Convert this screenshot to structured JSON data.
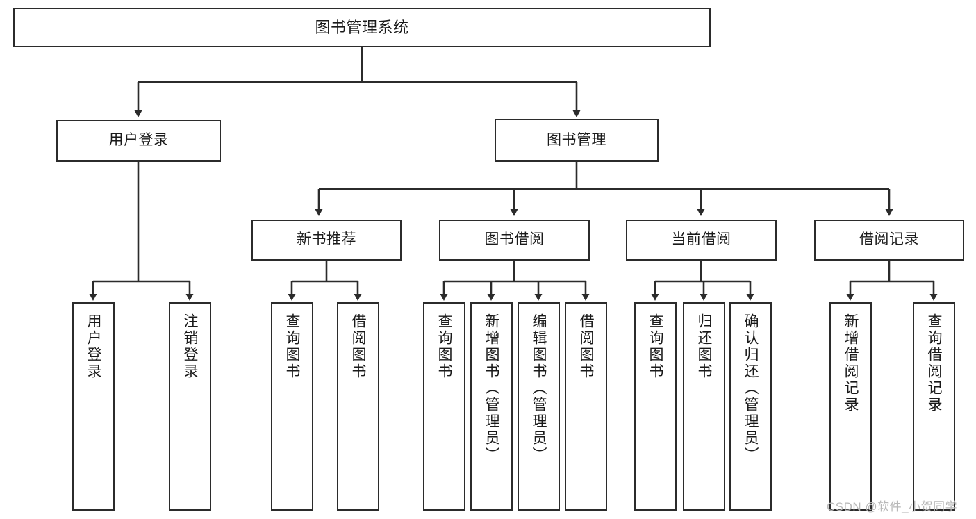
{
  "diagram": {
    "type": "tree",
    "title": "图书管理系统",
    "orientation": "top-down",
    "colors": {
      "box_border": "#2b2b2b",
      "box_fill": "#ffffff",
      "line": "#2b2b2b",
      "text": "#1a1a1a",
      "watermark": "#b8b8b8",
      "background": "#ffffff"
    },
    "levels": {
      "root": "图书管理系统",
      "level1": [
        "用户登录",
        "图书管理"
      ],
      "level2": [
        "新书推荐",
        "图书借阅",
        "当前借阅",
        "借阅记录"
      ]
    },
    "nodes": {
      "root": {
        "label": "图书管理系统"
      },
      "l1": [
        {
          "label": "用户登录"
        },
        {
          "label": "图书管理"
        }
      ],
      "l2": [
        {
          "label": "新书推荐"
        },
        {
          "label": "图书借阅"
        },
        {
          "label": "当前借阅"
        },
        {
          "label": "借阅记录"
        }
      ],
      "leaves_user_login": [
        {
          "label": "用户登录"
        },
        {
          "label": "注销登录"
        }
      ],
      "leaves_new_book": [
        {
          "label": "查询图书"
        },
        {
          "label": "借阅图书"
        }
      ],
      "leaves_borrow": [
        {
          "label": "查询图书"
        },
        {
          "label": "新增图书（管理员）"
        },
        {
          "label": "编辑图书（管理员）"
        },
        {
          "label": "借阅图书"
        }
      ],
      "leaves_current": [
        {
          "label": "查询图书"
        },
        {
          "label": "归还图书"
        },
        {
          "label": "确认归还（管理员）"
        }
      ],
      "leaves_record": [
        {
          "label": "新增借阅记录"
        },
        {
          "label": "查询借阅记录"
        }
      ]
    },
    "watermark": "CSDN @软件_小贺同学"
  }
}
